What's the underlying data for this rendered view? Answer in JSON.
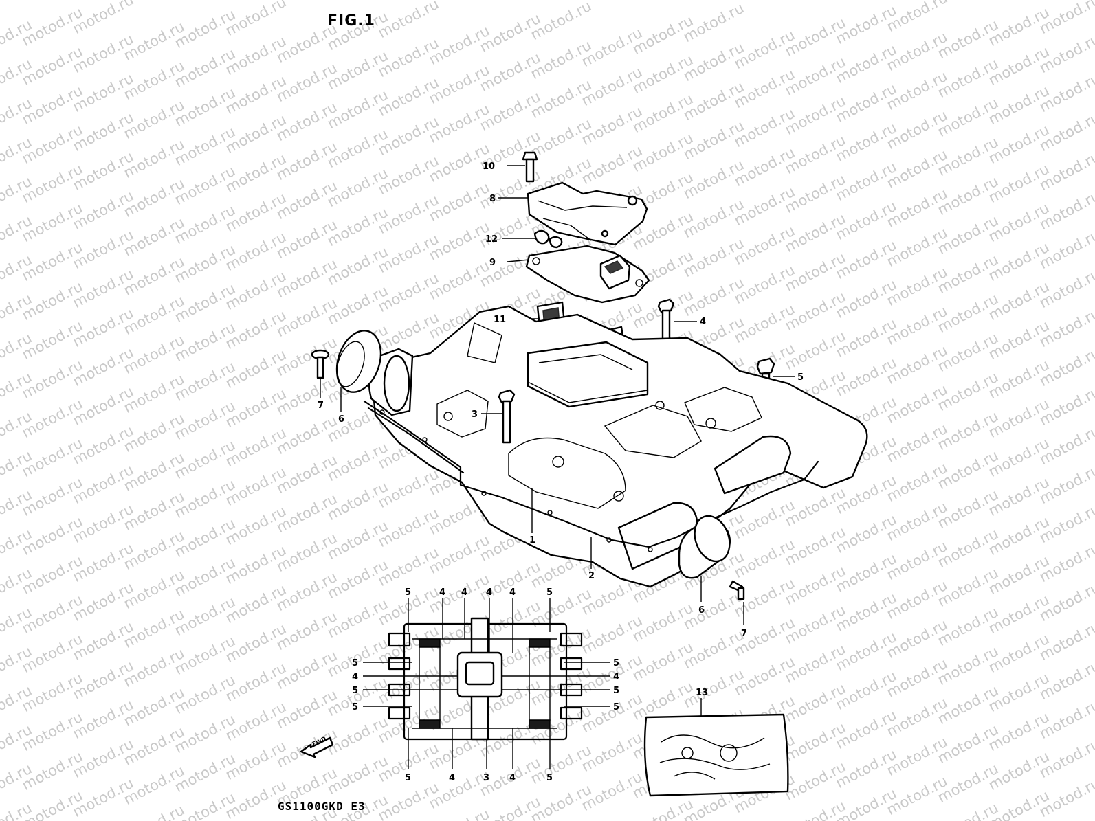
{
  "title": "FIG.1",
  "model_code": "GS1100GKD E3",
  "watermark_text": "motod.ru",
  "fwd_label": "FWD",
  "callouts": {
    "c1": "1",
    "c2": "2",
    "c3": "3",
    "c4": "4",
    "c5": "5",
    "c6a": "6",
    "c6b": "6",
    "c7a": "7",
    "c7b": "7",
    "c8": "8",
    "c9": "9",
    "c10": "10",
    "c11": "11",
    "c12": "12",
    "c13": "13"
  },
  "bolt_pattern": {
    "top": [
      "5",
      "4",
      "4",
      "4",
      "4",
      "5"
    ],
    "left": [
      "5",
      "4",
      "5",
      "5"
    ],
    "right": [
      "5",
      "4",
      "5",
      "5"
    ],
    "bottom": [
      "5",
      "4",
      "3",
      "4",
      "5"
    ]
  }
}
